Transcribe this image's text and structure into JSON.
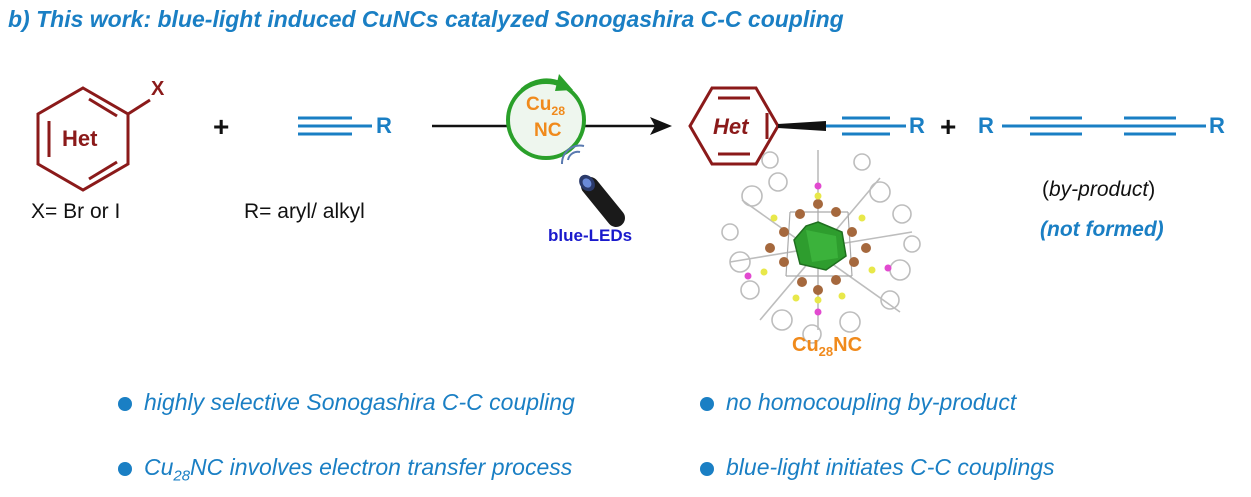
{
  "title": "b) This work: blue-light induced CuNCs catalyzed Sonogashira C-C coupling",
  "reactant1": {
    "ring_label": "Het",
    "substituent": "X",
    "caption": "X= Br or I"
  },
  "plus1": "+",
  "reactant2": {
    "group": "R",
    "caption": "R= aryl/ alkyl"
  },
  "catalyst": {
    "line1": "Cu",
    "line1_sub": "28",
    "line2": "NC",
    "light_label": "blue-LEDs"
  },
  "product": {
    "ring_label": "Het",
    "group": "R"
  },
  "plus2": "+",
  "byproduct": {
    "left_group": "R",
    "right_group": "R",
    "note_open": "(",
    "note_italic": "by-product",
    "note_close": ")",
    "status": "(not formed)"
  },
  "cluster_label": {
    "main": "Cu",
    "sub": "28",
    "tail": "NC"
  },
  "bullets": [
    {
      "pre": "highly selective Sonogashira C-C coupling",
      "sub": "",
      "post": ""
    },
    {
      "pre": "no homocoupling by-product",
      "sub": "",
      "post": ""
    },
    {
      "pre": "Cu",
      "sub": "28",
      "post": "NC involves electron transfer process"
    },
    {
      "pre": "blue-light initiates C-C couplings",
      "sub": "",
      "post": ""
    }
  ],
  "colors": {
    "accent_blue": "#1a7fc4",
    "het_red": "#8b1a1a",
    "orange": "#f08a1c",
    "green": "#2aa02a",
    "led_blue": "#1a1acc"
  }
}
